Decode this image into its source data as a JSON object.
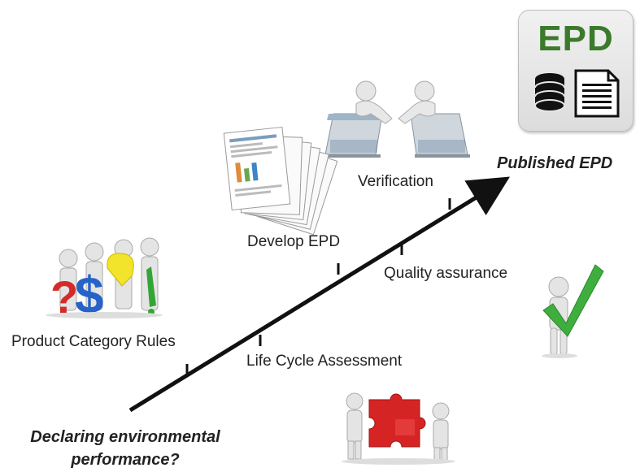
{
  "epd_badge": {
    "title": "EPD",
    "accent": "#3c7a2b"
  },
  "labels": {
    "published": "Published EPD",
    "verification": "Verification",
    "develop": "Develop EPD",
    "quality": "Quality assurance",
    "pcr": "Product Category Rules",
    "lca": "Life Cycle Assessment",
    "start_line1": "Declaring environmental",
    "start_line2": "performance?"
  },
  "icons": [
    "handshake-laptops-icon",
    "report-pages-icon",
    "question-figures-icon",
    "checkmark-figure-icon",
    "puzzle-figures-icon",
    "database-icon",
    "document-icon"
  ]
}
